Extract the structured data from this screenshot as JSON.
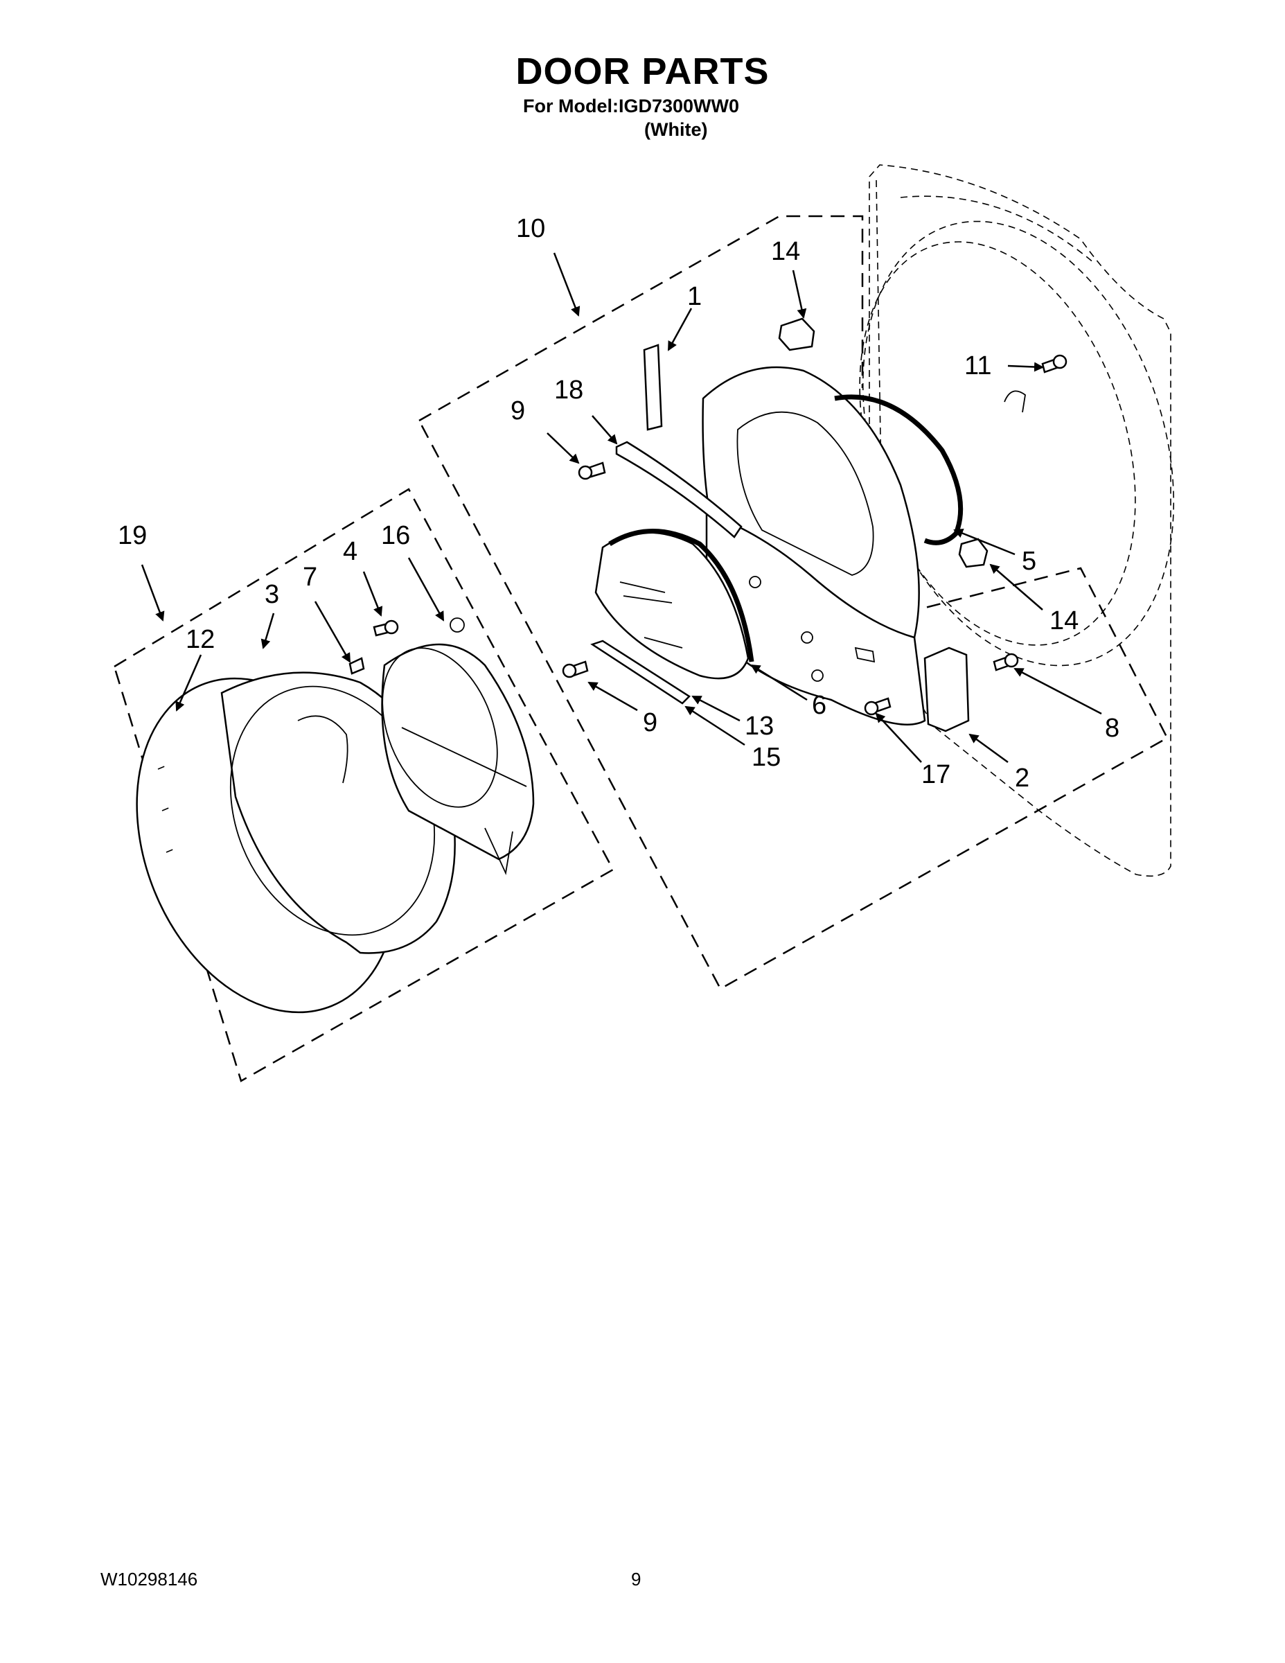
{
  "header": {
    "title": "DOOR PARTS",
    "model_line": "For Model:IGD7300WW0",
    "color_line": "(White)"
  },
  "footer": {
    "doc_number": "W10298146",
    "page_number": "9"
  },
  "callouts": {
    "c10": "10",
    "c14a": "14",
    "c1": "1",
    "c11": "11",
    "c18": "18",
    "c9a": "9",
    "c19": "19",
    "c7": "7",
    "c4": "4",
    "c16": "16",
    "c3": "3",
    "c12": "12",
    "c5": "5",
    "c14b": "14",
    "c6": "6",
    "c13": "13",
    "c9b": "9",
    "c15": "15",
    "c8": "8",
    "c17": "17",
    "c2": "2"
  }
}
